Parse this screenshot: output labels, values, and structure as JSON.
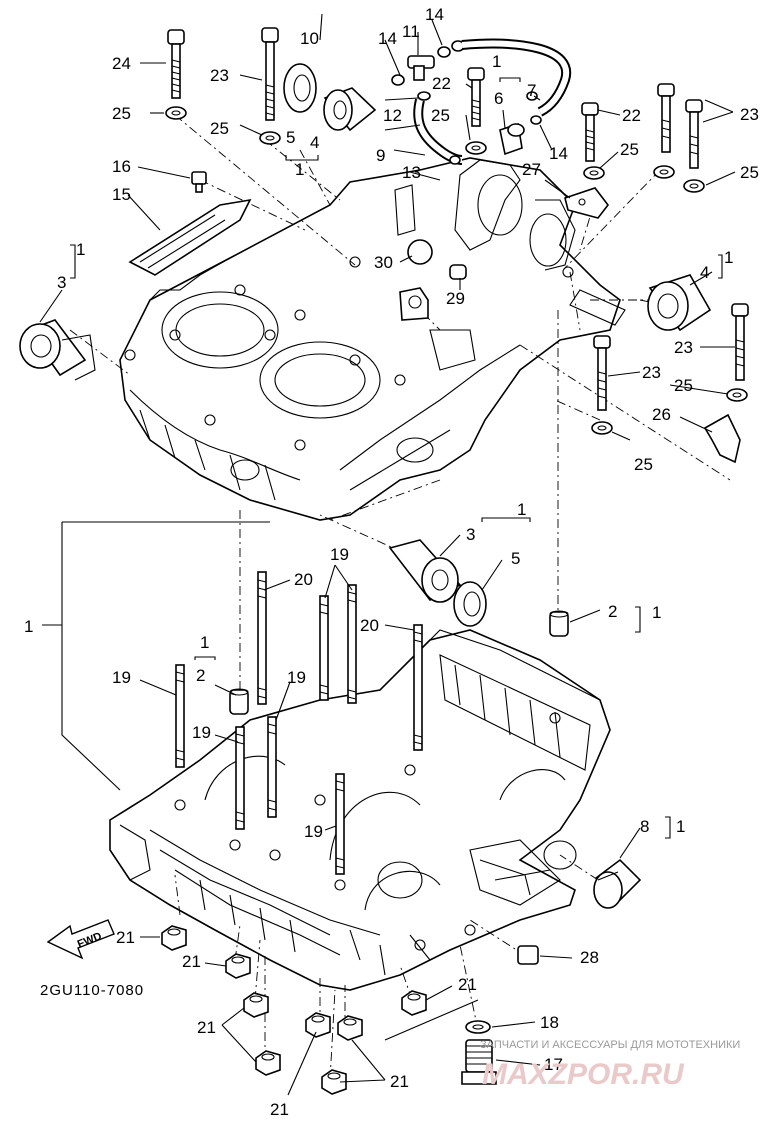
{
  "diagram_code": "2GU110-7080",
  "fwd_label": "FWD",
  "watermark": {
    "line1": "ЗАПЧАСТИ И АКСЕССУАРЫ ДЛЯ МОТОТЕХНИКИ",
    "line2": "MAXZPOR.RU"
  },
  "callouts": {
    "c1_a": "1",
    "c1_b": "1",
    "c1_c": "1",
    "c1_d": "1",
    "c1_e": "1",
    "c1_f": "1",
    "c1_g": "1",
    "c1_h": "1",
    "c1_i": "1",
    "c2_a": "2",
    "c2_b": "2",
    "c3_a": "3",
    "c3_b": "3",
    "c4_a": "4",
    "c4_b": "4",
    "c5_a": "5",
    "c5_b": "5",
    "c6": "6",
    "c7": "7",
    "c8": "8",
    "c9": "9",
    "c10": "10",
    "c11": "11",
    "c12": "12",
    "c13": "13",
    "c14_a": "14",
    "c14_b": "14",
    "c14_c": "14",
    "c15": "15",
    "c16": "16",
    "c17": "17",
    "c18": "18",
    "c19_a": "19",
    "c19_b": "19",
    "c19_c": "19",
    "c19_d": "19",
    "c19_e": "19",
    "c20_a": "20",
    "c20_b": "20",
    "c21_a": "21",
    "c21_b": "21",
    "c21_c": "21",
    "c21_d": "21",
    "c21_e": "21",
    "c21_f": "21",
    "c22_a": "22",
    "c22_b": "22",
    "c23_a": "23",
    "c23_b": "23",
    "c23_c": "23",
    "c23_d": "23",
    "c24": "24",
    "c25_a": "25",
    "c25_b": "25",
    "c25_c": "25",
    "c25_d": "25",
    "c25_e": "25",
    "c25_f": "25",
    "c25_g": "25",
    "c26": "26",
    "c27": "27",
    "c28": "28",
    "c29": "29",
    "c30": "30"
  }
}
